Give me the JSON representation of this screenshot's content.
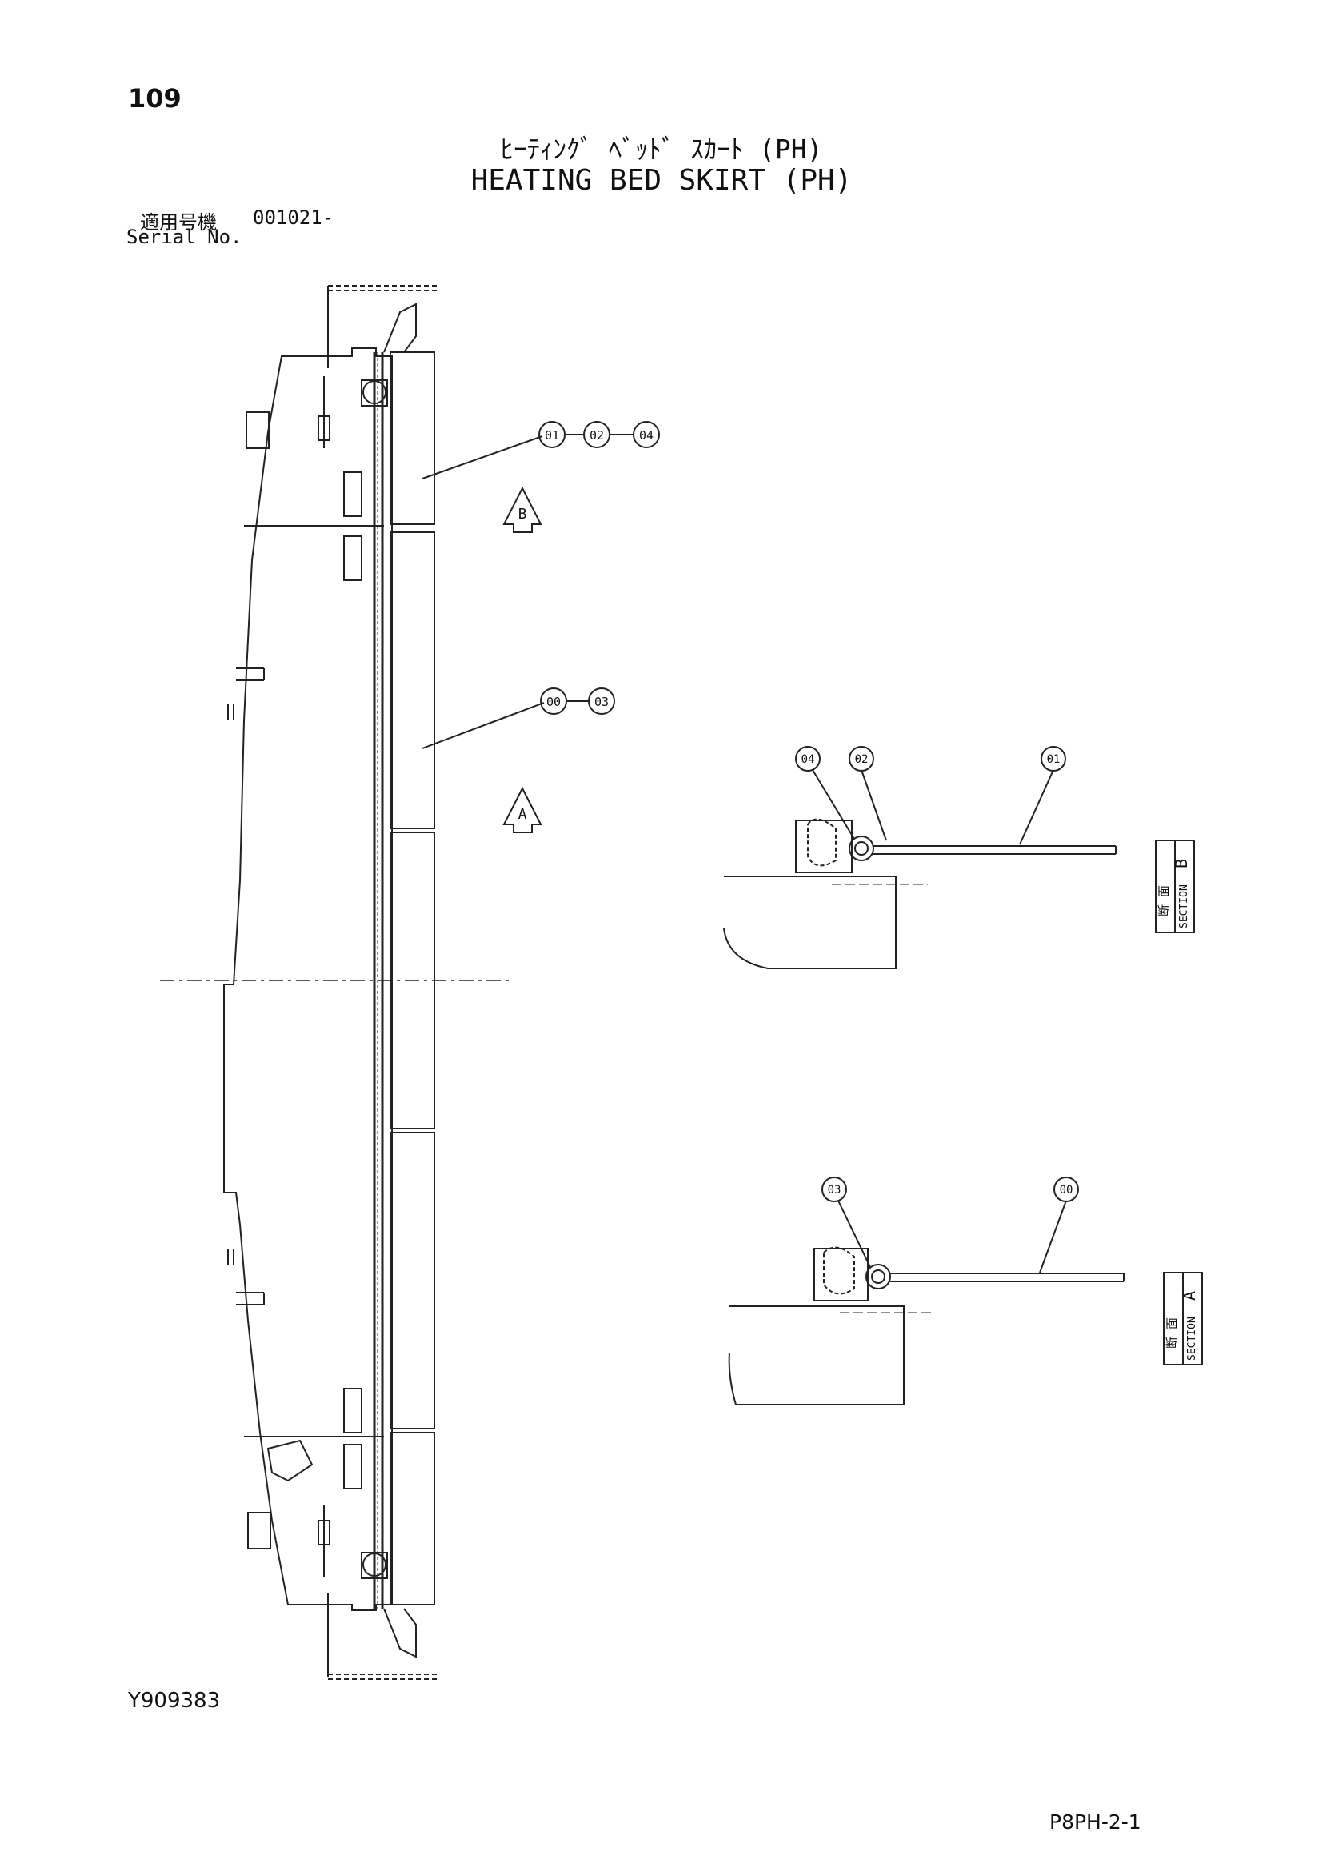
{
  "page_number": "109",
  "title_jp": "ﾋｰﾃｨﾝｸﾞ ﾍﾞｯﾄﾞ ｽｶｰﾄ (PH)",
  "title_en": "HEATING BED SKIRT (PH)",
  "serial": {
    "label_jp": "適用号機",
    "label_en": "Serial No.",
    "value": "001021-"
  },
  "callouts": {
    "main_upper": [
      "01",
      "02",
      "04"
    ],
    "main_lower": [
      "00",
      "03"
    ],
    "section_b": [
      "04",
      "02",
      "01"
    ],
    "section_a": [
      "03",
      "00"
    ]
  },
  "view_arrows": [
    "B",
    "A"
  ],
  "section_labels": {
    "b": {
      "kanji": "断 面",
      "word": "SECTION",
      "letter": "B"
    },
    "a": {
      "kanji": "断 面",
      "word": "SECTION",
      "letter": "A"
    }
  },
  "document_number": "Y909383",
  "sheet_number": "P8PH-2-1"
}
